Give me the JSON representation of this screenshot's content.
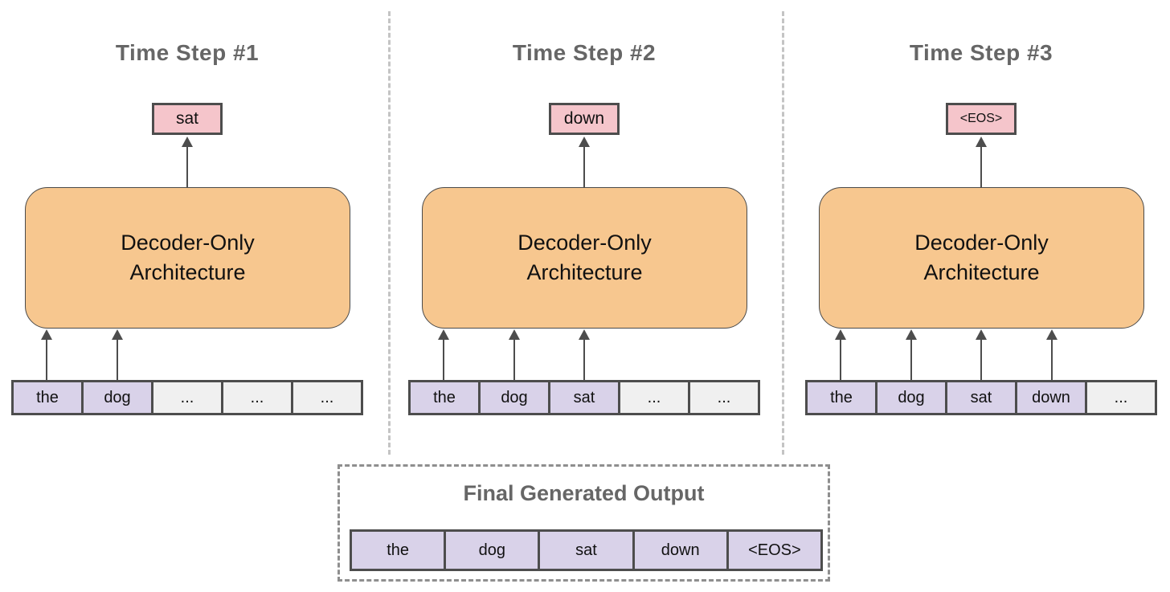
{
  "diagram": {
    "columns": [
      {
        "title": "Time Step #1",
        "output_token": "sat",
        "arch_line1": "Decoder-Only",
        "arch_line2": "Architecture",
        "tokens": [
          "the",
          "dog",
          "...",
          "...",
          "..."
        ]
      },
      {
        "title": "Time Step #2",
        "output_token": "down",
        "arch_line1": "Decoder-Only",
        "arch_line2": "Architecture",
        "tokens": [
          "the",
          "dog",
          "sat",
          "...",
          "..."
        ]
      },
      {
        "title": "Time Step #3",
        "output_token": "<EOS>",
        "arch_line1": "Decoder-Only",
        "arch_line2": "Architecture",
        "tokens": [
          "the",
          "dog",
          "sat",
          "down",
          "..."
        ]
      }
    ],
    "final_output": {
      "title": "Final Generated Output",
      "tokens": [
        "the",
        "dog",
        "sat",
        "down",
        "<EOS>"
      ]
    }
  },
  "colors": {
    "decoder_fill": "#f7c78f",
    "predicted_token_fill": "#f5c5cb",
    "token_fill": "#d9d2e9",
    "placeholder_fill": "#f0f0f0",
    "stroke": "#4d4d4d",
    "title_text": "#666666",
    "divider": "#c4c4c4",
    "final_box_border": "#8f8f8f"
  }
}
